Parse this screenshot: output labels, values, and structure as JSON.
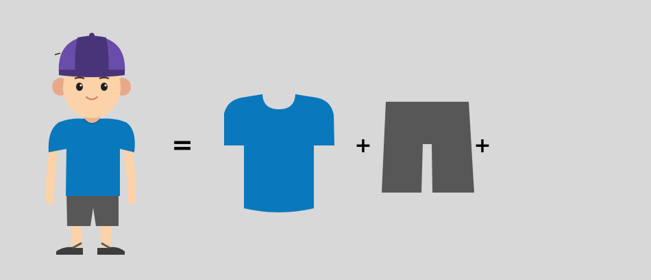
{
  "equation": {
    "equals": "=",
    "plus_1": "+",
    "plus_2": "+"
  },
  "figures": {
    "person": "cartoon-boy",
    "shirt": "t-shirt",
    "pants": "shorts"
  },
  "colors": {
    "background": "#d8d8d8",
    "cap_dark": "#4a3479",
    "cap_light": "#6a4caa",
    "skin": "#fcd2a8",
    "skin_shade": "#e8a98a",
    "hair": "#3b2418",
    "shirt": "#0a78bc",
    "shorts": "#575757",
    "sandal": "#3d3d3d",
    "operator": "#000000"
  }
}
